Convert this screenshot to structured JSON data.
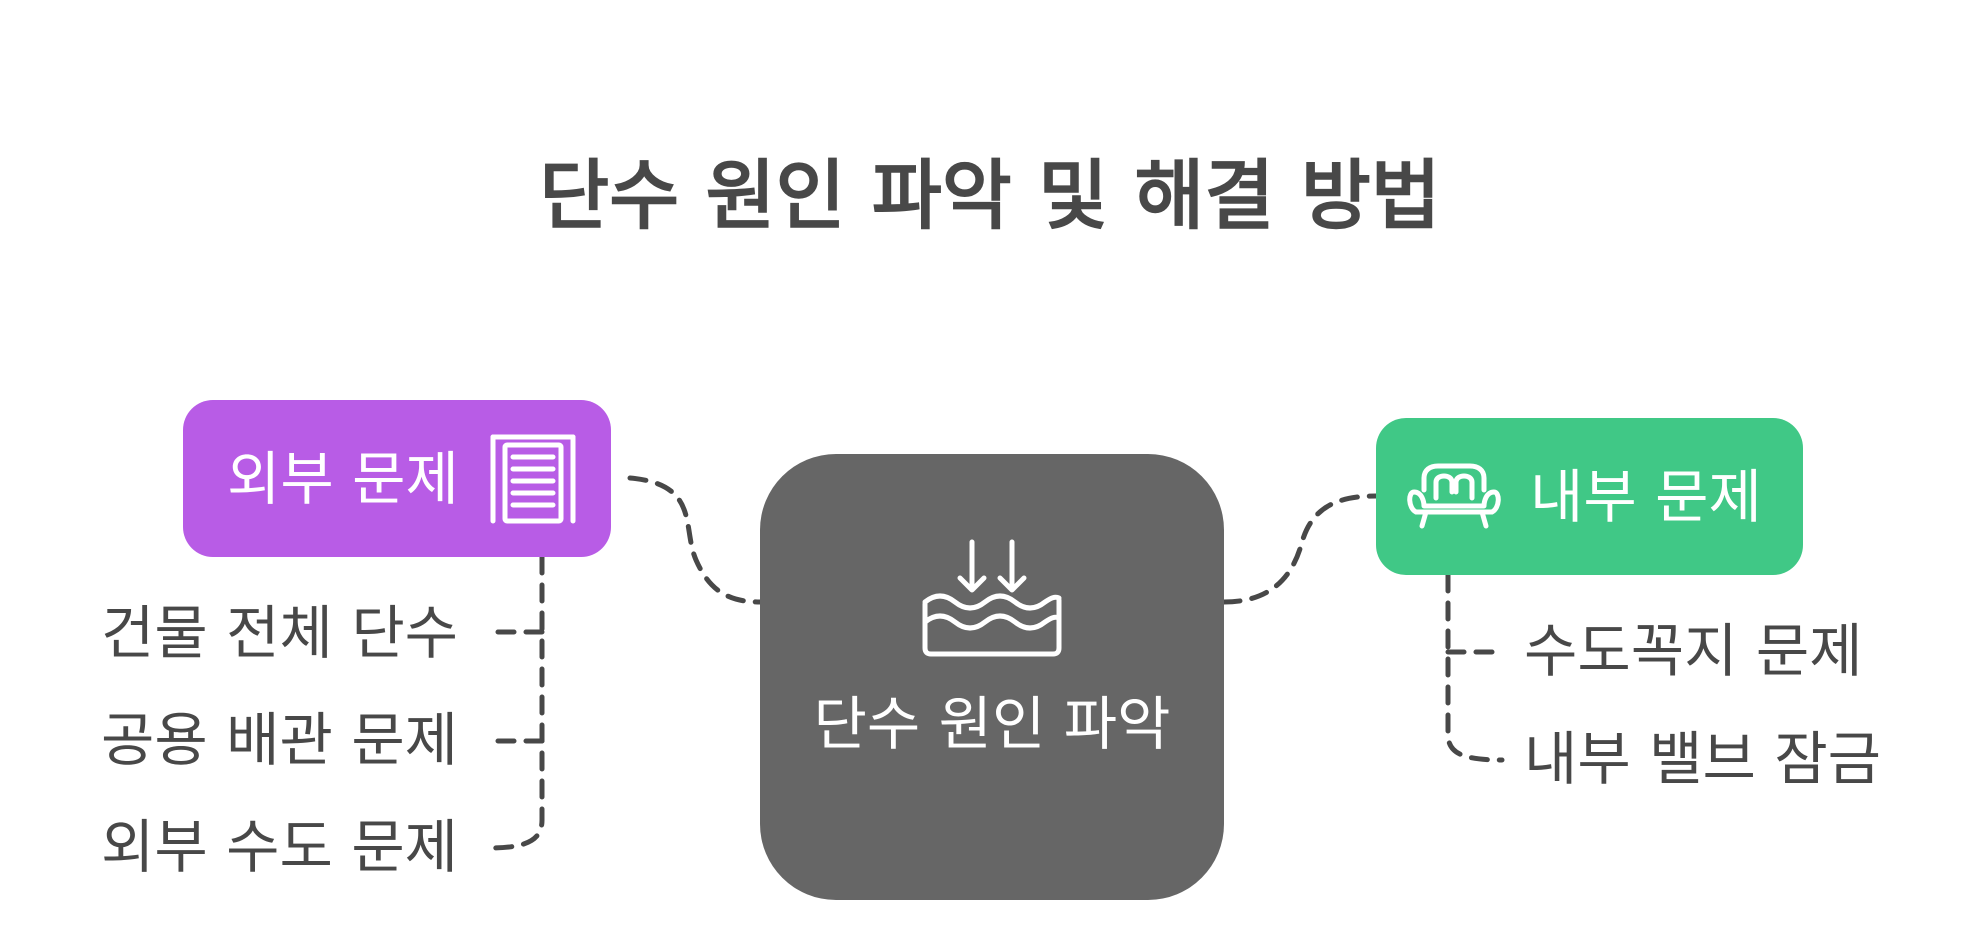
{
  "title": "단수 원인 파악 및 해결 방법",
  "center": {
    "label": "단수 원인 파악",
    "icon": "water-down-arrows-icon",
    "color": "#666666"
  },
  "external": {
    "label": "외부 문제",
    "icon": "building-blinds-icon",
    "color": "#b85ce6",
    "items": [
      "건물 전체 단수",
      "공용 배관 문제",
      "외부 수도 문제"
    ]
  },
  "internal": {
    "label": "내부 문제",
    "icon": "sofa-icon",
    "color": "#40c886",
    "items": [
      "수도꼭지 문제",
      "내부 밸브 잠금"
    ]
  }
}
